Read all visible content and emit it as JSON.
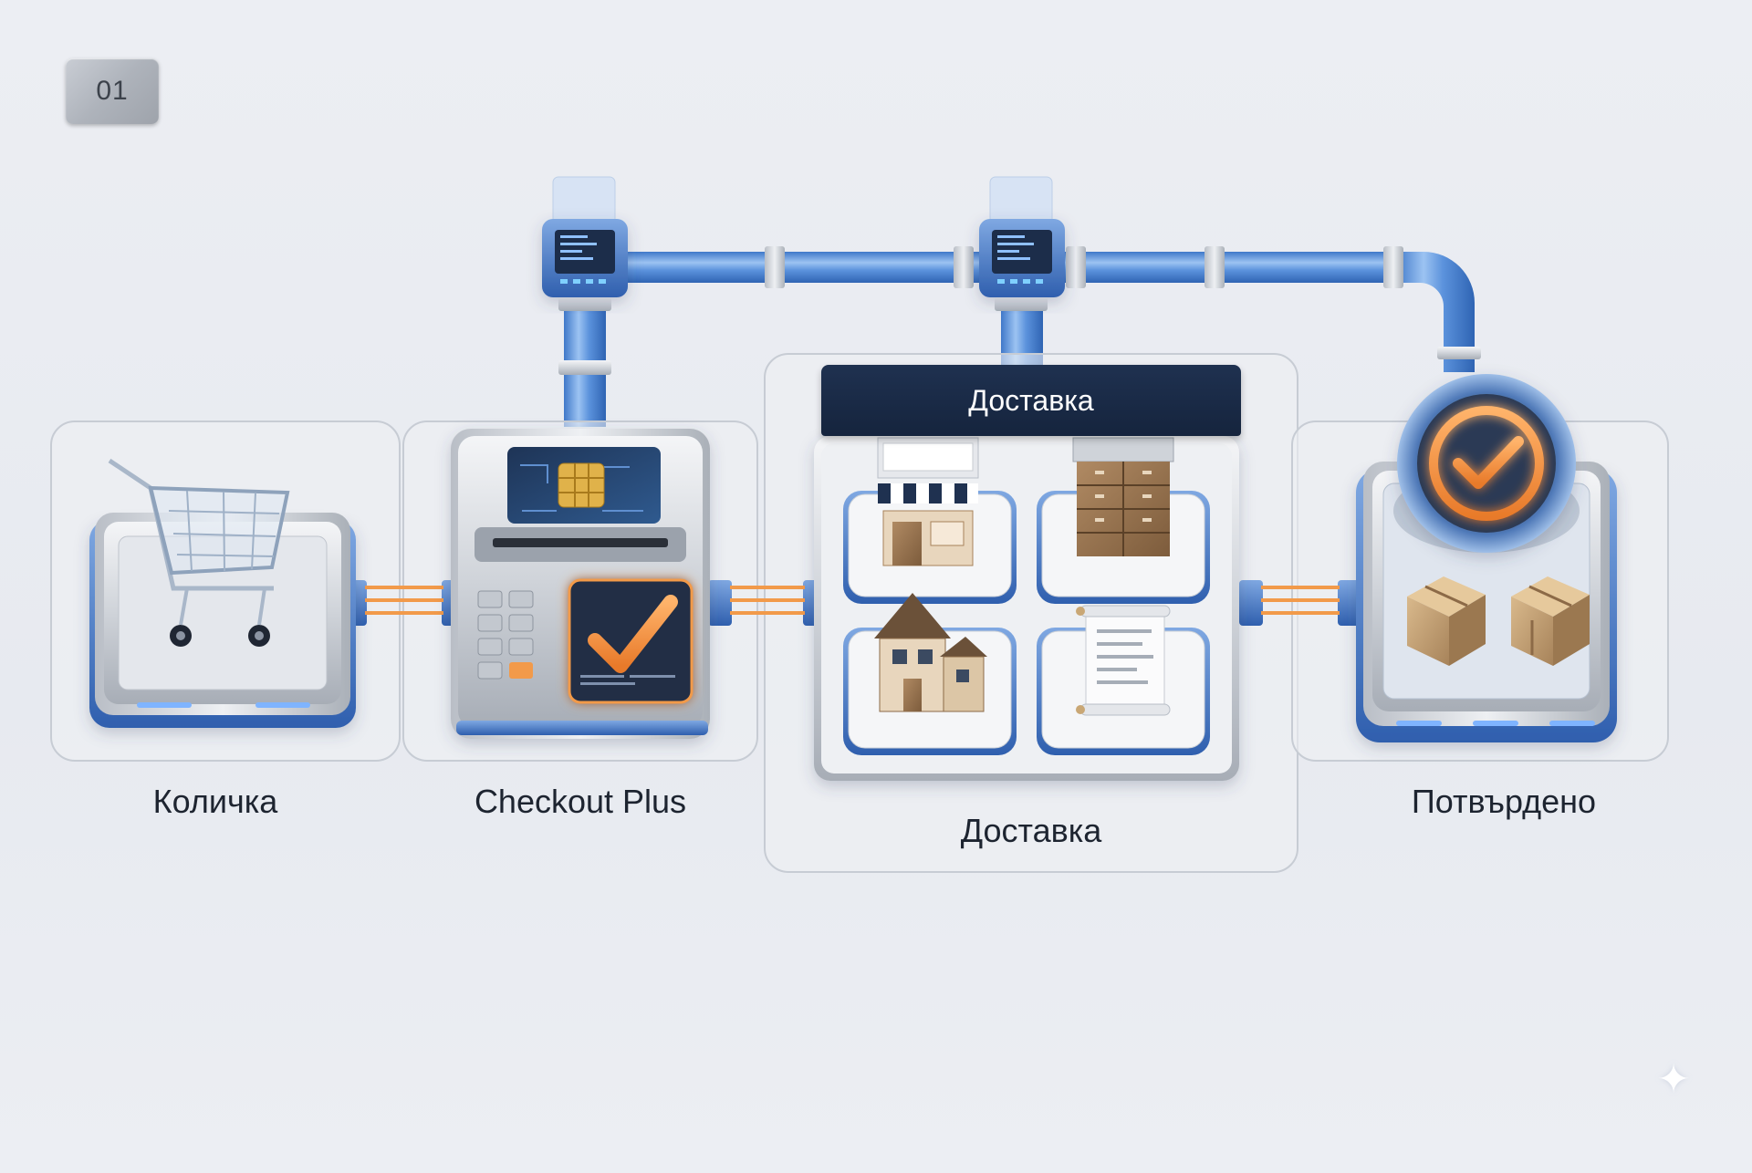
{
  "step_badge": "01",
  "stages": [
    {
      "id": "cart",
      "label": "Количка"
    },
    {
      "id": "checkout",
      "label": "Checkout Plus"
    },
    {
      "id": "delivery",
      "label": "Доставка",
      "banner": "Доставка"
    },
    {
      "id": "confirmed",
      "label": "Потвърдено"
    }
  ],
  "icons": {
    "cart": "shopping-cart-icon",
    "checkout": "payment-terminal-icon",
    "store": "store-icon",
    "warehouse": "warehouse-shelves-icon",
    "house": "house-icon",
    "document": "receipt-scroll-icon",
    "confirm": "checkmark-circle-icon",
    "boxes": "package-boxes-icon",
    "hub": "data-hub-icon",
    "sparkle": "sparkle-icon"
  },
  "colors": {
    "pipe_blue": "#4a86d8",
    "accent_orange": "#f29a4a",
    "banner_navy": "#17263f",
    "panel": "#f4f5f8"
  }
}
